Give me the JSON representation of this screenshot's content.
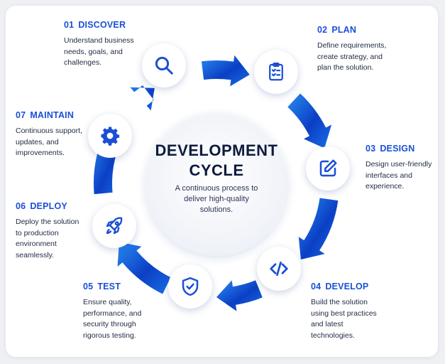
{
  "center": {
    "title_line1": "DEVELOPMENT",
    "title_line2": "CYCLE",
    "subtitle_line1": "A continuous process to",
    "subtitle_line2": "deliver high-quality",
    "subtitle_line3": "solutions."
  },
  "steps": [
    {
      "number": "01",
      "title": "DISCOVER",
      "description": "Understand business\nneeds, goals, and\nchallenges.",
      "icon": "search-icon"
    },
    {
      "number": "02",
      "title": "PLAN",
      "description": "Define requirements,\ncreate strategy, and\nplan the solution.",
      "icon": "clipboard-checklist-icon"
    },
    {
      "number": "03",
      "title": "DESIGN",
      "description": "Design user-friendly\ninterfaces and\nexperience.",
      "icon": "edit-pencil-icon"
    },
    {
      "number": "04",
      "title": "DEVELOP",
      "description": "Build the solution\nusing best practices\nand latest\ntechnologies.",
      "icon": "code-icon"
    },
    {
      "number": "05",
      "title": "TEST",
      "description": "Ensure quality,\nperformance, and\nsecurity through\nrigorous testing.",
      "icon": "shield-check-icon"
    },
    {
      "number": "06",
      "title": "DEPLOY",
      "description": "Deploy the solution\nto production\nenvironment\nseamlessly.",
      "icon": "rocket-icon"
    },
    {
      "number": "07",
      "title": "MAINTAIN",
      "description": "Continuous support,\nupdates, and\nimprovements.",
      "icon": "gear-icon"
    }
  ],
  "colors": {
    "accent": "#1a4fd6",
    "arrow_dark": "#0b3fc4",
    "arrow_light": "#2a8bf2",
    "icon": "#1a4fd6",
    "text_dark": "#0d1b3d"
  }
}
